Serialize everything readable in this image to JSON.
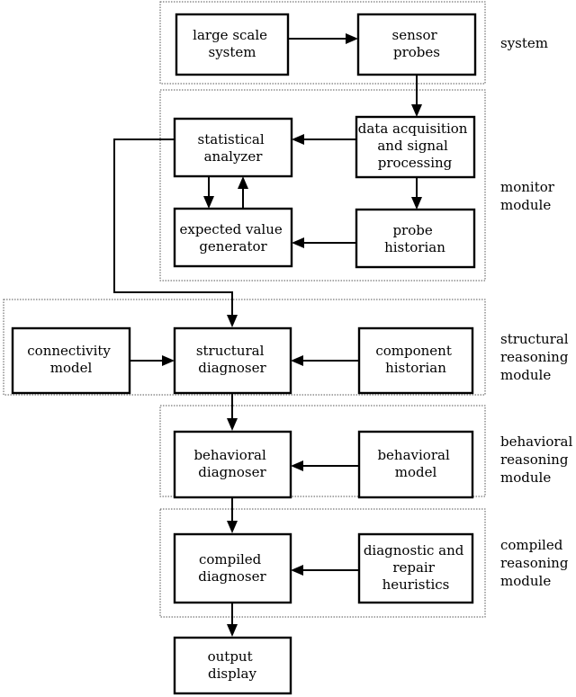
{
  "diagram": {
    "modules": {
      "system": [
        "system"
      ],
      "monitor": [
        "monitor",
        "module"
      ],
      "structural": [
        "structural",
        "reasoning",
        "module"
      ],
      "behavioral": [
        "behavioral",
        "reasoning",
        "module"
      ],
      "compiled": [
        "compiled",
        "reasoning",
        "module"
      ]
    },
    "boxes": {
      "large_scale_system": [
        "large scale",
        "system"
      ],
      "sensor_probes": [
        "sensor",
        "probes"
      ],
      "statistical_analyzer": [
        "statistical",
        "analyzer"
      ],
      "data_acquisition": [
        "data acquisition",
        "and signal",
        "processing"
      ],
      "expected_value_generator": [
        "expected value",
        "generator"
      ],
      "probe_historian": [
        "probe",
        "historian"
      ],
      "connectivity_model": [
        "connectivity",
        "model"
      ],
      "structural_diagnoser": [
        "structural",
        "diagnoser"
      ],
      "component_historian": [
        "component",
        "historian"
      ],
      "behavioral_diagnoser": [
        "behavioral",
        "diagnoser"
      ],
      "behavioral_model": [
        "behavioral",
        "model"
      ],
      "compiled_diagnoser": [
        "compiled",
        "diagnoser"
      ],
      "diagnostic_heuristics": [
        "diagnostic and",
        "repair",
        "heuristics"
      ],
      "output_display": [
        "output",
        "display"
      ]
    },
    "edges": [
      [
        "large_scale_system",
        "sensor_probes"
      ],
      [
        "sensor_probes",
        "data_acquisition"
      ],
      [
        "data_acquisition",
        "statistical_analyzer"
      ],
      [
        "data_acquisition",
        "probe_historian"
      ],
      [
        "probe_historian",
        "expected_value_generator"
      ],
      [
        "statistical_analyzer",
        "expected_value_generator"
      ],
      [
        "expected_value_generator",
        "statistical_analyzer"
      ],
      [
        "statistical_analyzer",
        "structural_diagnoser"
      ],
      [
        "connectivity_model",
        "structural_diagnoser"
      ],
      [
        "component_historian",
        "structural_diagnoser"
      ],
      [
        "structural_diagnoser",
        "behavioral_diagnoser"
      ],
      [
        "behavioral_model",
        "behavioral_diagnoser"
      ],
      [
        "behavioral_diagnoser",
        "compiled_diagnoser"
      ],
      [
        "diagnostic_heuristics",
        "compiled_diagnoser"
      ],
      [
        "compiled_diagnoser",
        "output_display"
      ]
    ]
  }
}
